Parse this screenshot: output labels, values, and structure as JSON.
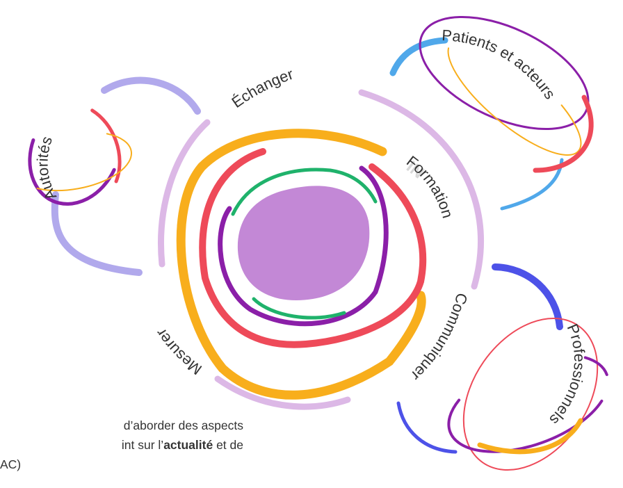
{
  "diagram": {
    "center_labels": {
      "echanger": "Échanger",
      "information": "Formation",
      "info_prefix": "IN",
      "communiquer": "Communiquer",
      "mesurer": "Mesurer"
    },
    "satellites": {
      "autorites": "Autorités",
      "patients": "Patients et acteurs",
      "professionnels": "Professionnels"
    }
  },
  "text": {
    "line1": "d’aborder des aspects",
    "line2_pre": "int sur l’",
    "line2_bold": "actualité",
    "line2_post": " et de",
    "line3": "AC)"
  },
  "colors": {
    "lavender": "#dcb8e6",
    "periwinkle": "#b1a9ec",
    "purple": "#8b1fa8",
    "red": "#ee4a59",
    "orange": "#f8ae1c",
    "green": "#1fb26b",
    "blue": "#50a8ea",
    "indigo": "#4d52e8",
    "core": "#c388d6",
    "text": "#333333"
  }
}
